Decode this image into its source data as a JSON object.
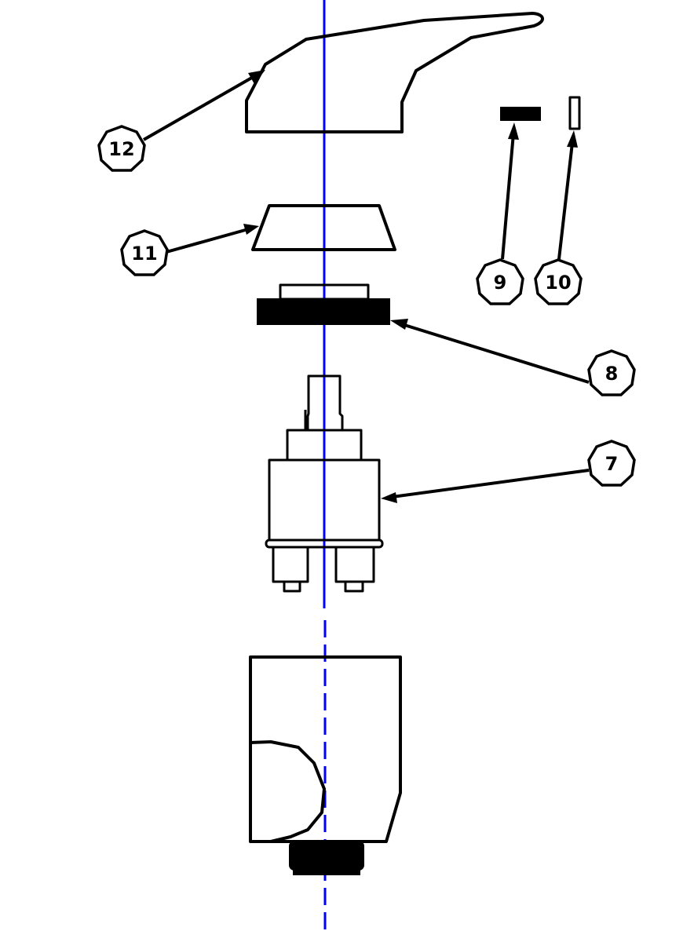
{
  "colors": {
    "line": "#000000",
    "axis": "#0000ff",
    "background": "#ffffff"
  },
  "callouts": {
    "c7": "7",
    "c8": "8",
    "c9": "9",
    "c10": "10",
    "c11": "11",
    "c12": "12"
  }
}
